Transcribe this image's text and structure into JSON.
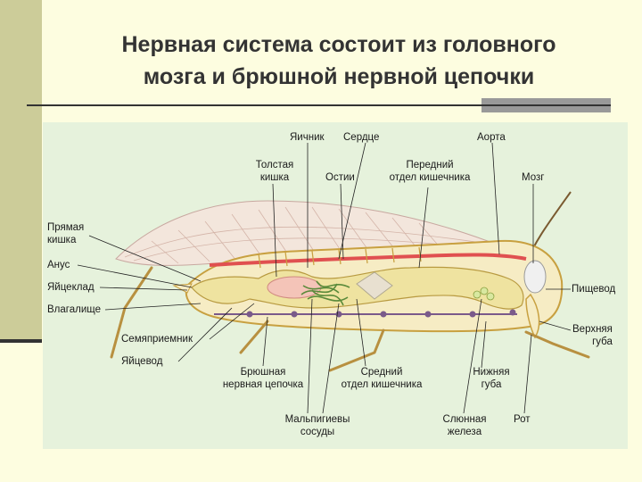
{
  "slide": {
    "title_line1": "Нервная система состоит из головного",
    "title_line2": "мозга и брюшной нервной цепочки"
  },
  "labels": {
    "yaichnik": "Яичник",
    "serdtse": "Сердце",
    "aorta": "Аорта",
    "tolstaya_1": "Толстая",
    "tolstaya_2": "кишка",
    "ostii": "Остии",
    "peredniy_1": "Передний",
    "peredniy_2": "отдел кишечника",
    "mozg": "Мозг",
    "pryamaya_1": "Прямая",
    "pryamaya_2": "кишка",
    "anus": "Анус",
    "yaytseklad": "Яйцеклад",
    "vlagalishche": "Влагалище",
    "pishchevod": "Пищевод",
    "verkhnyaya_1": "Верхняя",
    "verkhnyaya_2": "губа",
    "semyapriemnik": "Семяприемник",
    "yaytsevod": "Яйцевод",
    "bryushnaya_1": "Брюшная",
    "bryushnaya_2": "нервная цепочка",
    "sredniy_1": "Средний",
    "sredniy_2": "отдел кишечника",
    "nizhnyaya_1": "Нижняя",
    "nizhnyaya_2": "губа",
    "malpigievy_1": "Мальпигиевы",
    "malpigievy_2": "сосуды",
    "slyunnaya_1": "Слюнная",
    "slyunnaya_2": "железа",
    "rot": "Рот"
  },
  "colors": {
    "background": "#fdfde0",
    "side_bar": "#cccc99",
    "panel": "#e6f2dc",
    "body_outline": "#c8a040",
    "gut": "#efe3a0",
    "heart": "#e05050",
    "nerve_chain": "#7a5a8a",
    "malpighian": "#5a8a3a"
  }
}
